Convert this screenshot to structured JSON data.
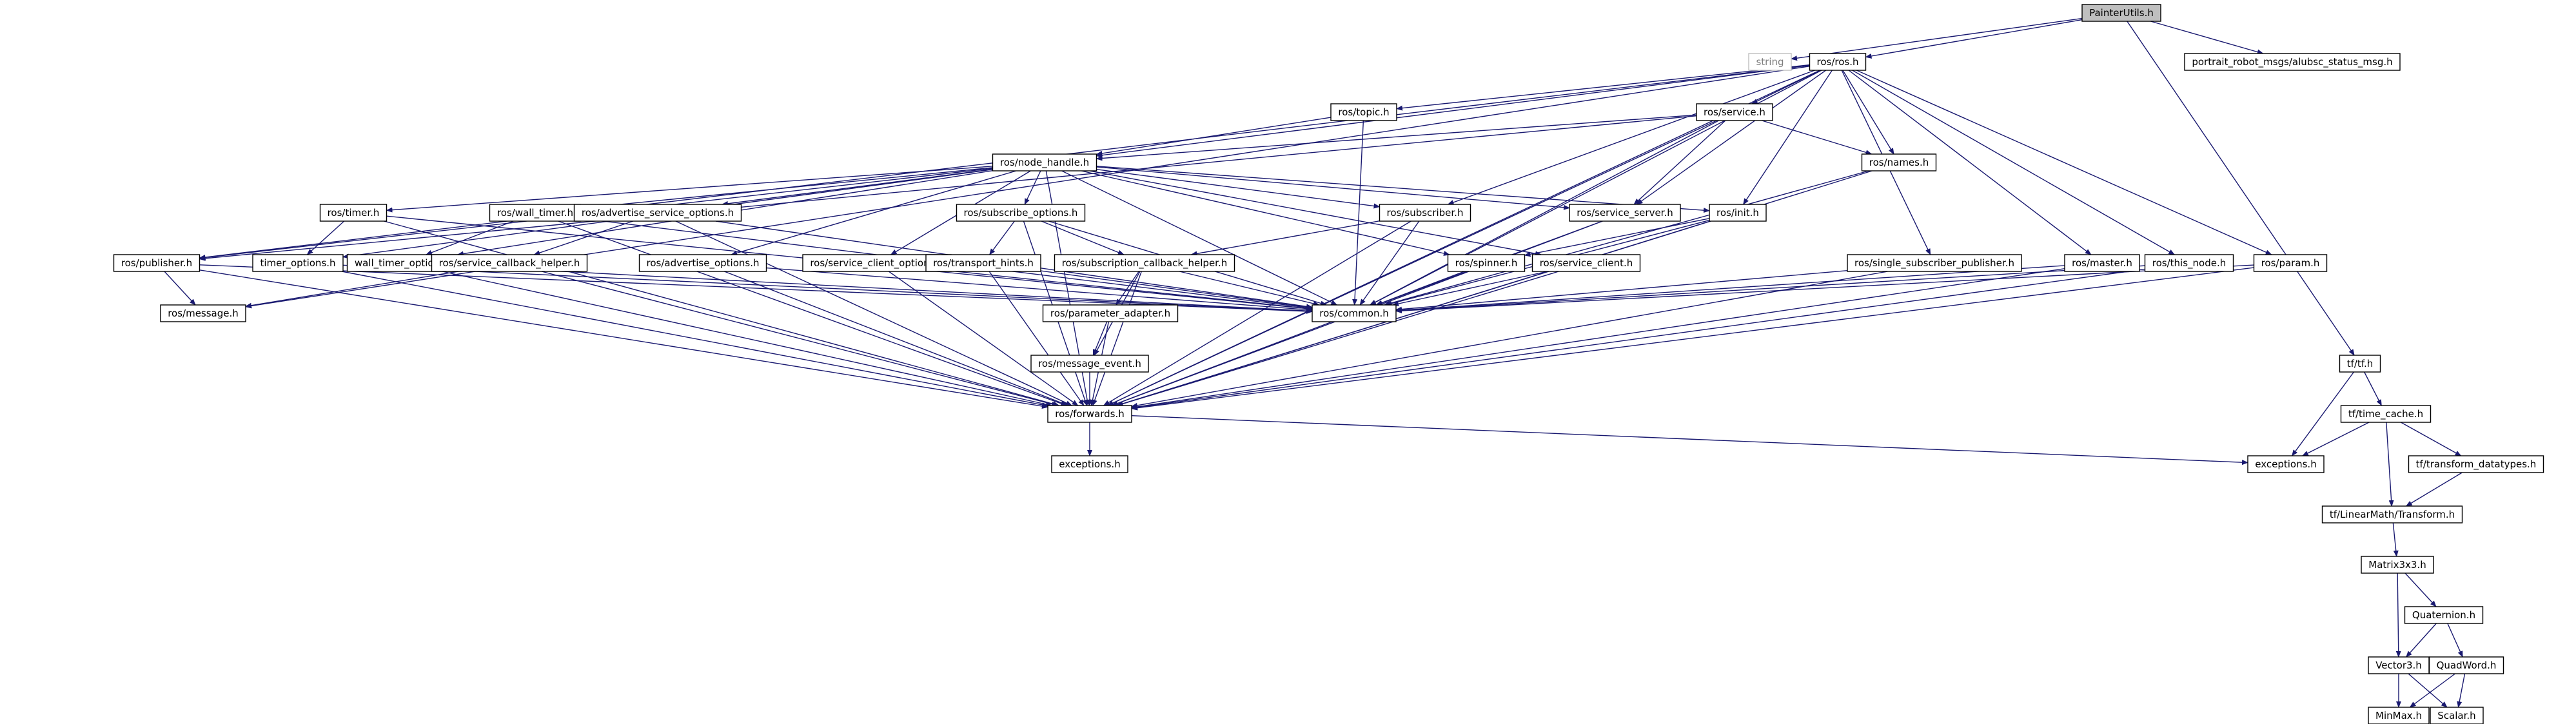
{
  "nodes": [
    {
      "id": "n0",
      "label": "PainterUtils.h",
      "root": true
    },
    {
      "id": "n1",
      "label": "string",
      "plain": true
    },
    {
      "id": "n2",
      "label": "ros/ros.h"
    },
    {
      "id": "n3",
      "label": "portrait_robot_msgs/alubsc_status_msg.h"
    },
    {
      "id": "n4",
      "label": "ros/topic.h"
    },
    {
      "id": "n5",
      "label": "ros/service.h"
    },
    {
      "id": "n6",
      "label": "ros/node_handle.h"
    },
    {
      "id": "n7",
      "label": "ros/names.h"
    },
    {
      "id": "n8",
      "label": "ros/timer.h"
    },
    {
      "id": "n9",
      "label": "ros/wall_timer.h"
    },
    {
      "id": "n10",
      "label": "ros/advertise_service_options.h"
    },
    {
      "id": "n11",
      "label": "ros/subscribe_options.h"
    },
    {
      "id": "n12",
      "label": "ros/subscriber.h"
    },
    {
      "id": "n13",
      "label": "ros/service_server.h"
    },
    {
      "id": "n14",
      "label": "ros/init.h"
    },
    {
      "id": "n15",
      "label": "ros/publisher.h"
    },
    {
      "id": "n16",
      "label": "timer_options.h"
    },
    {
      "id": "n17",
      "label": "wall_timer_options.h"
    },
    {
      "id": "n18",
      "label": "ros/service_callback_helper.h"
    },
    {
      "id": "n19",
      "label": "ros/advertise_options.h"
    },
    {
      "id": "n20",
      "label": "ros/service_client_options.h"
    },
    {
      "id": "n21",
      "label": "ros/transport_hints.h"
    },
    {
      "id": "n22",
      "label": "ros/subscription_callback_helper.h"
    },
    {
      "id": "n23",
      "label": "ros/spinner.h"
    },
    {
      "id": "n24",
      "label": "ros/service_client.h"
    },
    {
      "id": "n25",
      "label": "ros/single_subscriber_publisher.h"
    },
    {
      "id": "n26",
      "label": "ros/master.h"
    },
    {
      "id": "n27",
      "label": "ros/this_node.h"
    },
    {
      "id": "n28",
      "label": "ros/param.h"
    },
    {
      "id": "n29",
      "label": "ros/message.h"
    },
    {
      "id": "n30",
      "label": "ros/common.h"
    },
    {
      "id": "n31",
      "label": "ros/parameter_adapter.h"
    },
    {
      "id": "n32",
      "label": "ros/message_event.h"
    },
    {
      "id": "n33",
      "label": "ros/forwards.h"
    },
    {
      "id": "n34",
      "label": "exceptions.h"
    },
    {
      "id": "n35",
      "label": "tf/tf.h"
    },
    {
      "id": "n36",
      "label": "tf/time_cache.h"
    },
    {
      "id": "n37",
      "label": "exceptions.h"
    },
    {
      "id": "n38",
      "label": "tf/transform_datatypes.h"
    },
    {
      "id": "n39",
      "label": "tf/LinearMath/Transform.h"
    },
    {
      "id": "n40",
      "label": "Matrix3x3.h"
    },
    {
      "id": "n41",
      "label": "Quaternion.h"
    },
    {
      "id": "n42",
      "label": "Vector3.h"
    },
    {
      "id": "n43",
      "label": "QuadWord.h"
    },
    {
      "id": "n44",
      "label": "MinMax.h"
    },
    {
      "id": "n45",
      "label": "Scalar.h"
    }
  ],
  "edges": [
    [
      "n0",
      "n1"
    ],
    [
      "n0",
      "n2"
    ],
    [
      "n0",
      "n3"
    ],
    [
      "n0",
      "n35"
    ],
    [
      "n2",
      "n4"
    ],
    [
      "n2",
      "n5"
    ],
    [
      "n2",
      "n6"
    ],
    [
      "n2",
      "n7"
    ],
    [
      "n2",
      "n12"
    ],
    [
      "n2",
      "n13"
    ],
    [
      "n2",
      "n14"
    ],
    [
      "n2",
      "n15"
    ],
    [
      "n2",
      "n25"
    ],
    [
      "n2",
      "n26"
    ],
    [
      "n2",
      "n27"
    ],
    [
      "n2",
      "n28"
    ],
    [
      "n2",
      "n30"
    ],
    [
      "n2",
      "n33"
    ],
    [
      "n2",
      "n29"
    ],
    [
      "n4",
      "n6"
    ],
    [
      "n4",
      "n30"
    ],
    [
      "n5",
      "n6"
    ],
    [
      "n5",
      "n7"
    ],
    [
      "n5",
      "n13"
    ],
    [
      "n5",
      "n30"
    ],
    [
      "n5",
      "n33"
    ],
    [
      "n5",
      "n15"
    ],
    [
      "n6",
      "n8"
    ],
    [
      "n6",
      "n9"
    ],
    [
      "n6",
      "n10"
    ],
    [
      "n6",
      "n11"
    ],
    [
      "n6",
      "n12"
    ],
    [
      "n6",
      "n13"
    ],
    [
      "n6",
      "n14"
    ],
    [
      "n6",
      "n15"
    ],
    [
      "n6",
      "n16"
    ],
    [
      "n6",
      "n17"
    ],
    [
      "n6",
      "n19"
    ],
    [
      "n6",
      "n20"
    ],
    [
      "n6",
      "n23"
    ],
    [
      "n6",
      "n24"
    ],
    [
      "n6",
      "n30"
    ],
    [
      "n6",
      "n33"
    ],
    [
      "n7",
      "n30"
    ],
    [
      "n7",
      "n33"
    ],
    [
      "n8",
      "n16"
    ],
    [
      "n8",
      "n30"
    ],
    [
      "n8",
      "n33"
    ],
    [
      "n9",
      "n17"
    ],
    [
      "n9",
      "n30"
    ],
    [
      "n9",
      "n33"
    ],
    [
      "n10",
      "n18"
    ],
    [
      "n10",
      "n30"
    ],
    [
      "n10",
      "n33"
    ],
    [
      "n11",
      "n21"
    ],
    [
      "n11",
      "n22"
    ],
    [
      "n11",
      "n30"
    ],
    [
      "n11",
      "n33"
    ],
    [
      "n12",
      "n22"
    ],
    [
      "n12",
      "n30"
    ],
    [
      "n12",
      "n33"
    ],
    [
      "n13",
      "n30"
    ],
    [
      "n13",
      "n33"
    ],
    [
      "n14",
      "n23"
    ],
    [
      "n14",
      "n30"
    ],
    [
      "n14",
      "n33"
    ],
    [
      "n15",
      "n29"
    ],
    [
      "n15",
      "n30"
    ],
    [
      "n15",
      "n33"
    ],
    [
      "n16",
      "n30"
    ],
    [
      "n16",
      "n33"
    ],
    [
      "n17",
      "n30"
    ],
    [
      "n17",
      "n33"
    ],
    [
      "n18",
      "n29"
    ],
    [
      "n18",
      "n33"
    ],
    [
      "n19",
      "n30"
    ],
    [
      "n19",
      "n33"
    ],
    [
      "n20",
      "n30"
    ],
    [
      "n20",
      "n33"
    ],
    [
      "n21",
      "n30"
    ],
    [
      "n21",
      "n33"
    ],
    [
      "n22",
      "n30"
    ],
    [
      "n22",
      "n31"
    ],
    [
      "n22",
      "n32"
    ],
    [
      "n22",
      "n33"
    ],
    [
      "n23",
      "n30"
    ],
    [
      "n24",
      "n30"
    ],
    [
      "n24",
      "n33"
    ],
    [
      "n25",
      "n30"
    ],
    [
      "n25",
      "n33"
    ],
    [
      "n26",
      "n30"
    ],
    [
      "n26",
      "n33"
    ],
    [
      "n27",
      "n30"
    ],
    [
      "n27",
      "n33"
    ],
    [
      "n28",
      "n30"
    ],
    [
      "n28",
      "n33"
    ],
    [
      "n30",
      "n33"
    ],
    [
      "n31",
      "n32"
    ],
    [
      "n31",
      "n33"
    ],
    [
      "n32",
      "n33"
    ],
    [
      "n33",
      "n34"
    ],
    [
      "n33",
      "n37"
    ],
    [
      "n35",
      "n36"
    ],
    [
      "n35",
      "n37"
    ],
    [
      "n36",
      "n37"
    ],
    [
      "n36",
      "n38"
    ],
    [
      "n36",
      "n39"
    ],
    [
      "n38",
      "n39"
    ],
    [
      "n39",
      "n40"
    ],
    [
      "n40",
      "n41"
    ],
    [
      "n40",
      "n42"
    ],
    [
      "n41",
      "n42"
    ],
    [
      "n41",
      "n43"
    ],
    [
      "n42",
      "n44"
    ],
    [
      "n42",
      "n45"
    ],
    [
      "n43",
      "n44"
    ],
    [
      "n43",
      "n45"
    ]
  ],
  "colors": {
    "edge": "#191970",
    "root_fill": "#bfbfbf",
    "plain_text": "#7f7f7f"
  }
}
